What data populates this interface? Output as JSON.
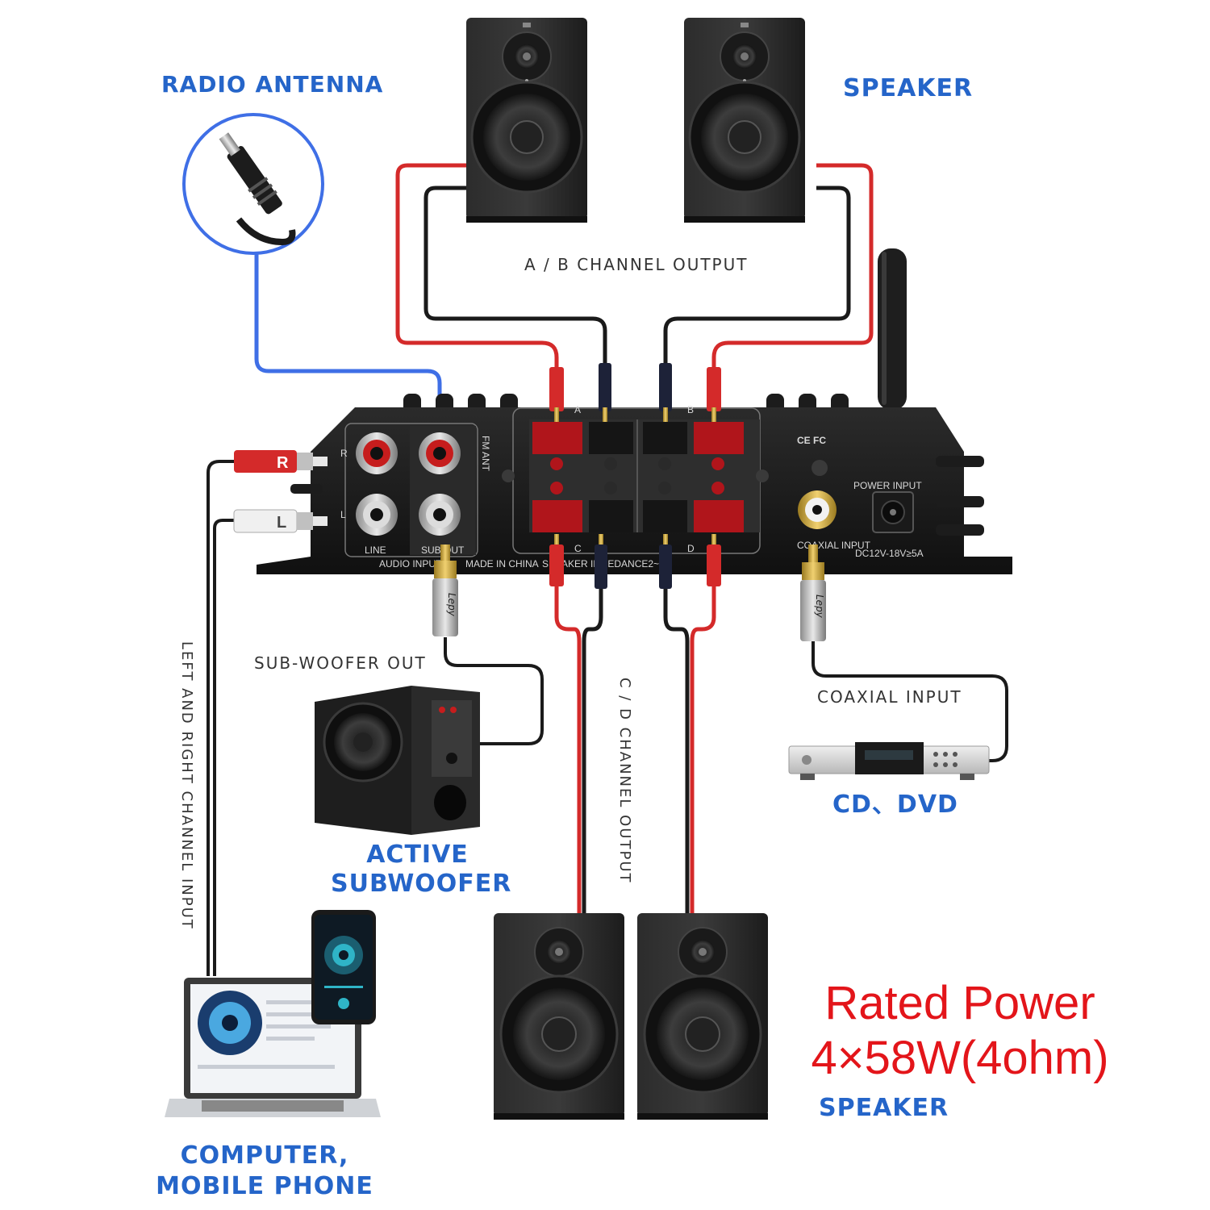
{
  "labels": {
    "radio_antenna": "RADIO ANTENNA",
    "speaker_top": "SPEAKER",
    "ab_channel_output": "A / B CHANNEL OUTPUT",
    "subwoofer_out": "SUB-WOOFER OUT",
    "active_subwoofer": "ACTIVE\nSUBWOOFER",
    "cd_output": "C / D CHANNEL OUTPUT",
    "coaxial_input": "COAXIAL INPUT",
    "cd_dvd": "CD、DVD",
    "lr_input": "LEFT AND RIGHT CHANNEL INPUT",
    "computer_mobile": "COMPUTER,\nMOBILE PHONE",
    "speaker_bottom": "SPEAKER",
    "rated_power_line1": "Rated Power",
    "rated_power_line2": "4×58W(4ohm)"
  },
  "panel": {
    "r_plug": "R",
    "l_plug": "L",
    "fm_ant": "FM ANT",
    "line": "LINE",
    "sub_out": "SUB OUT",
    "audio_input": "AUDIO INPUT",
    "made_in_china": "MADE IN CHINA",
    "speaker_impedance": "SPEAKER IMPEDANCE2~8Ω",
    "ch_a": "A",
    "ch_b": "B",
    "ch_c": "C",
    "ch_d": "D",
    "ce_fc": "CE FC",
    "power_input": "POWER INPUT",
    "coaxial_input": "COAXIAL INPUT",
    "dc_spec": "DC12V-18V≥5A",
    "cable_brand": "Lepy"
  },
  "colors": {
    "label_blue": "#2565c9",
    "rated_red": "#e3151a",
    "wire_red": "#d42a2a",
    "wire_black": "#1a1a1a",
    "wire_blue": "#3f6fe6"
  }
}
